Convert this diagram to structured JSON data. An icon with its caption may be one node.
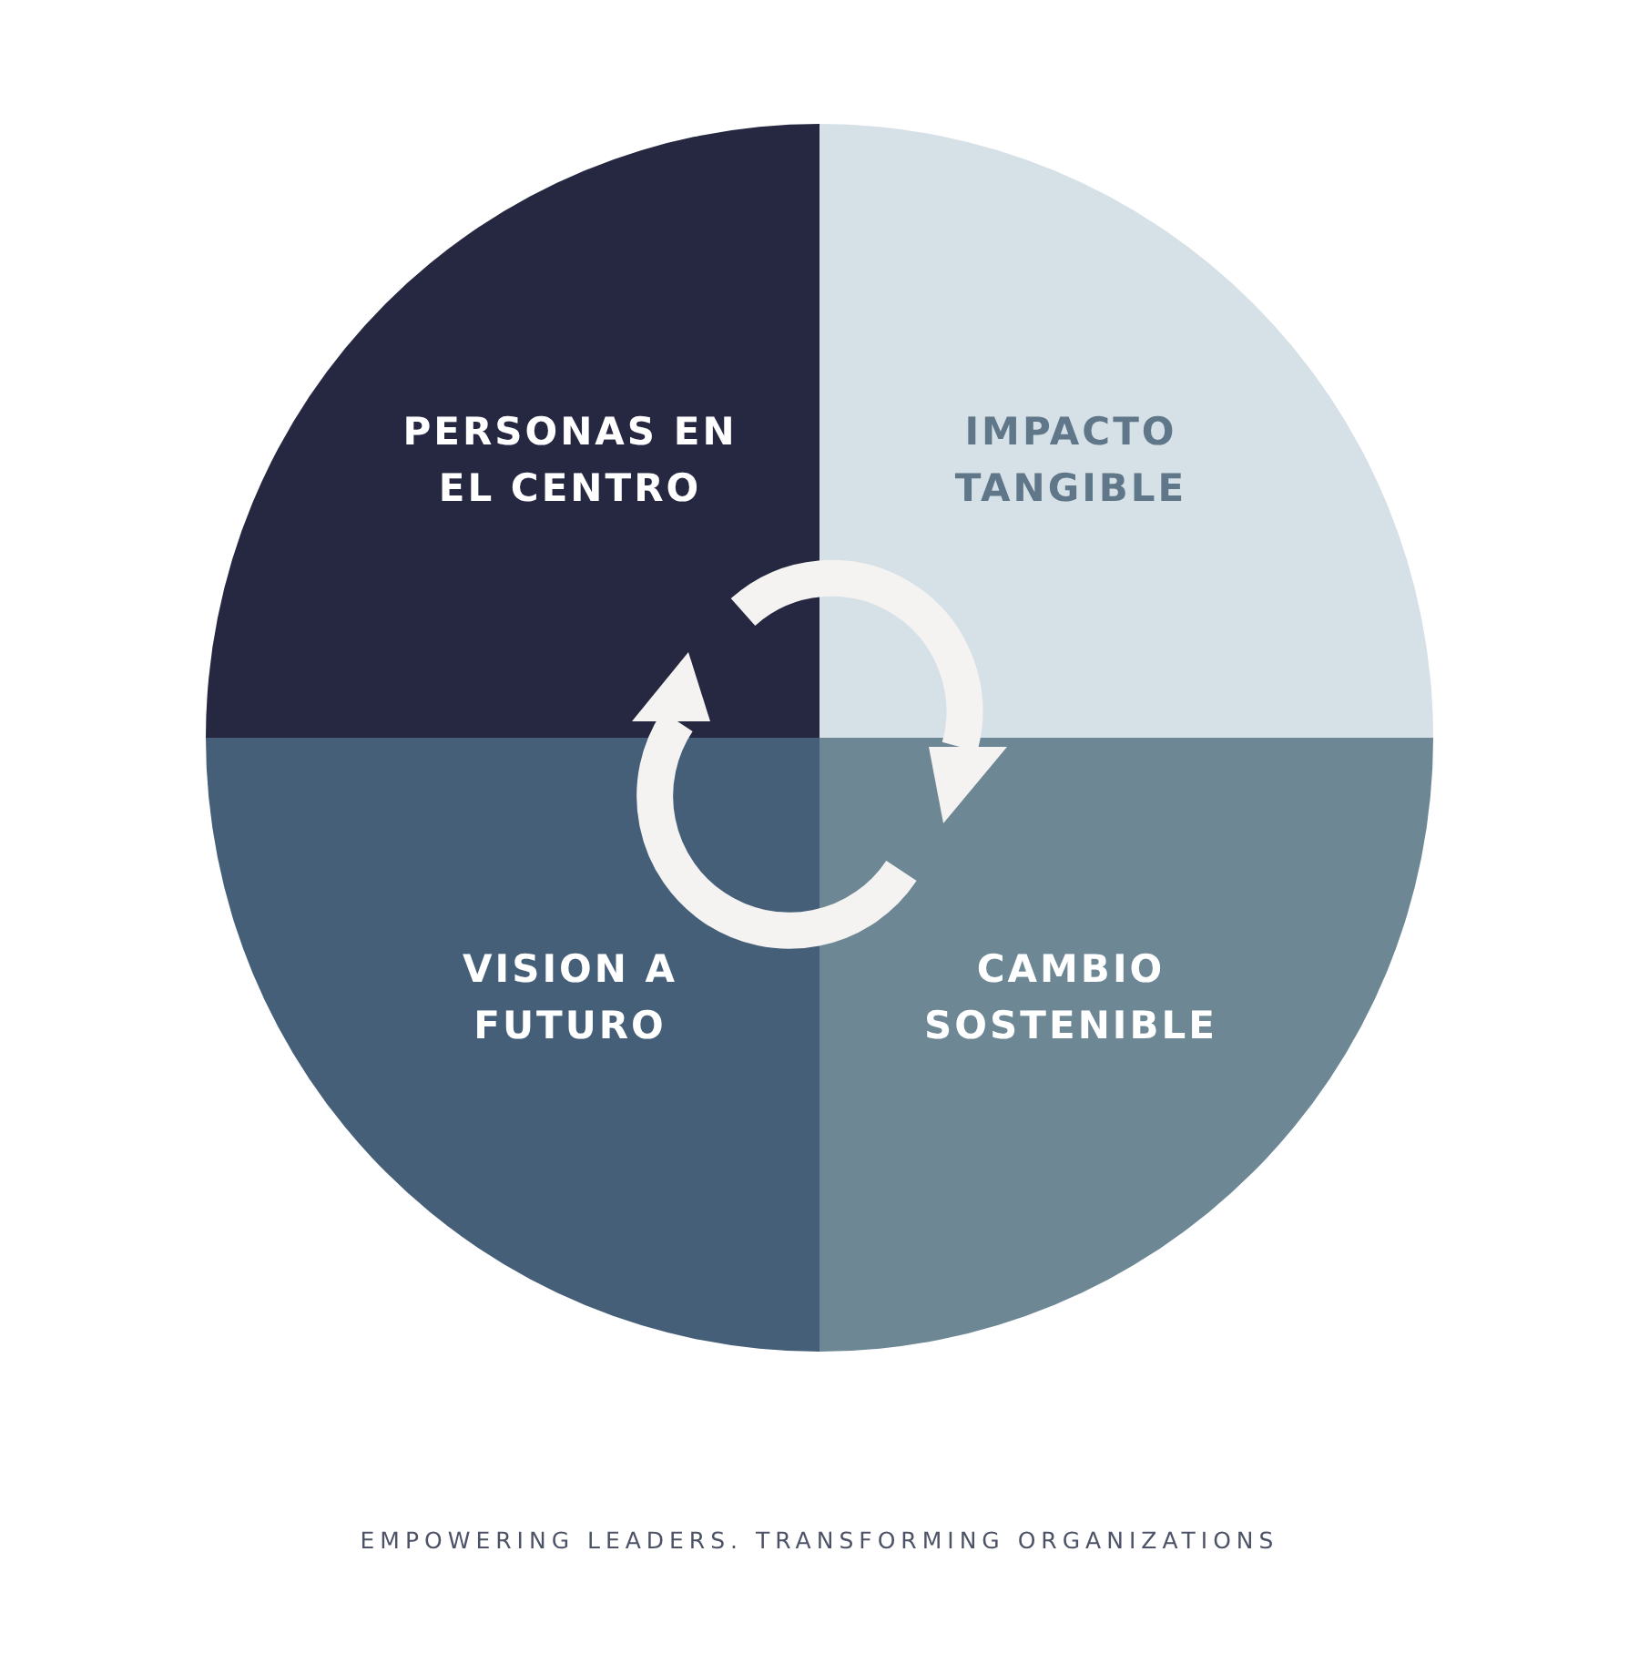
{
  "diagram": {
    "caption": "EMPOWERING LEADERS. TRANSFORMING ORGANIZATIONS",
    "nodes": [
      {
        "text": [
          "PERSONAS EN EL CENTRO"
        ]
      },
      {
        "text": [
          "IMPACTO TANGIBLE"
        ]
      },
      {
        "text": [
          "VISION A FUTURO"
        ]
      },
      {
        "text": [
          "CAMBIO SOSTENIBLE"
        ]
      }
    ]
  }
}
